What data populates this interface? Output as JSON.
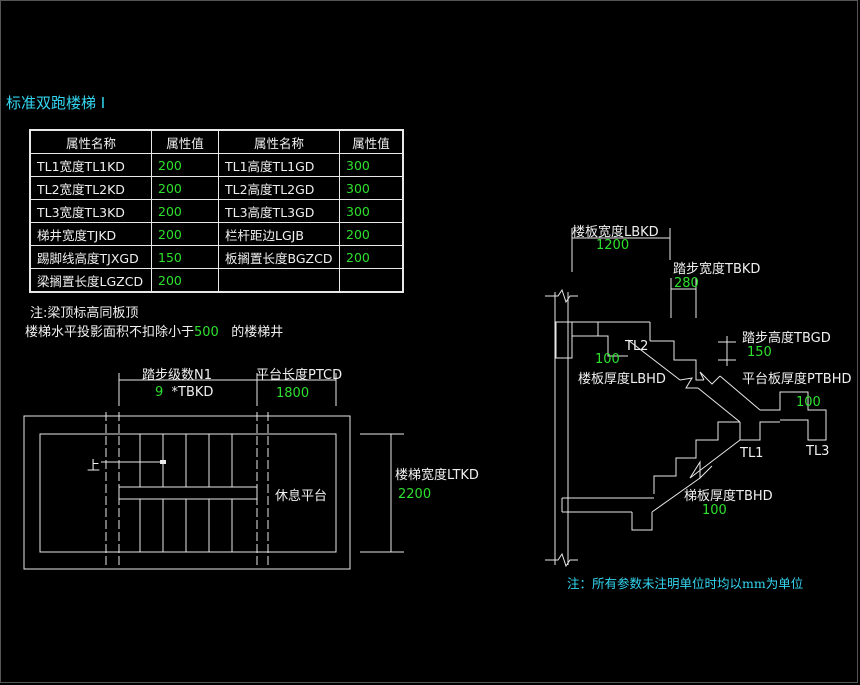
{
  "title": "标准双跑楼梯 I",
  "table": {
    "headers": [
      "属性名称",
      "属性值",
      "属性名称",
      "属性值"
    ],
    "rows": [
      {
        "n1": "TL1宽度TL1KD",
        "v1": "200",
        "n2": "TL1高度TL1GD",
        "v2": "300"
      },
      {
        "n1": "TL2宽度TL2KD",
        "v1": "200",
        "n2": "TL2高度TL2GD",
        "v2": "300"
      },
      {
        "n1": "TL3宽度TL3KD",
        "v1": "200",
        "n2": "TL3高度TL3GD",
        "v2": "300"
      },
      {
        "n1": "梯井宽度TJKD",
        "v1": "200",
        "n2": "栏杆距边LGJB",
        "v2": "200"
      },
      {
        "n1": "踢脚线高度TJXGD",
        "v1": "150",
        "n2": "板搁置长度BGZCD",
        "v2": "200"
      },
      {
        "n1": "梁搁置长度LGZCD",
        "v1": "200",
        "n2": "",
        "v2": ""
      }
    ]
  },
  "notes": {
    "note1": "注:梁顶标高同板顶",
    "note2_prefix": "楼梯水平投影面积不扣除小于",
    "note2_value": "500",
    "note2_suffix": "的楼梯井"
  },
  "plan": {
    "step_count_label": "踏步级数N1",
    "step_count_value": "9",
    "step_count_suffix": "*TBKD",
    "platform_length_label": "平台长度PTCD",
    "platform_length_value": "1800",
    "up_label": "上",
    "rest_platform_label": "休息平台",
    "stair_width_label": "楼梯宽度LTKD",
    "stair_width_value": "2200"
  },
  "section": {
    "slab_width_label": "楼板宽度LBKD",
    "slab_width_value": "1200",
    "tread_width_label": "踏步宽度TBKD",
    "tread_width_value": "280",
    "tread_height_label": "踏步高度TBGD",
    "tread_height_value": "150",
    "slab_thickness_label": "楼板厚度LBHD",
    "slab_thickness_value": "100",
    "platform_thickness_label": "平台板厚度PTBHD",
    "platform_thickness_value": "100",
    "stair_slab_thickness_label": "梯板厚度TBHD",
    "stair_slab_thickness_value": "100",
    "tl1": "TL1",
    "tl2": "TL2",
    "tl3": "TL3"
  },
  "footer_note": "注：所有参数未注明单位时均以mm为单位",
  "colors": {
    "background": "#000000",
    "line": "#e8e8e8",
    "value_green": "#2ee02e",
    "title_cyan": "#33d6f0"
  }
}
